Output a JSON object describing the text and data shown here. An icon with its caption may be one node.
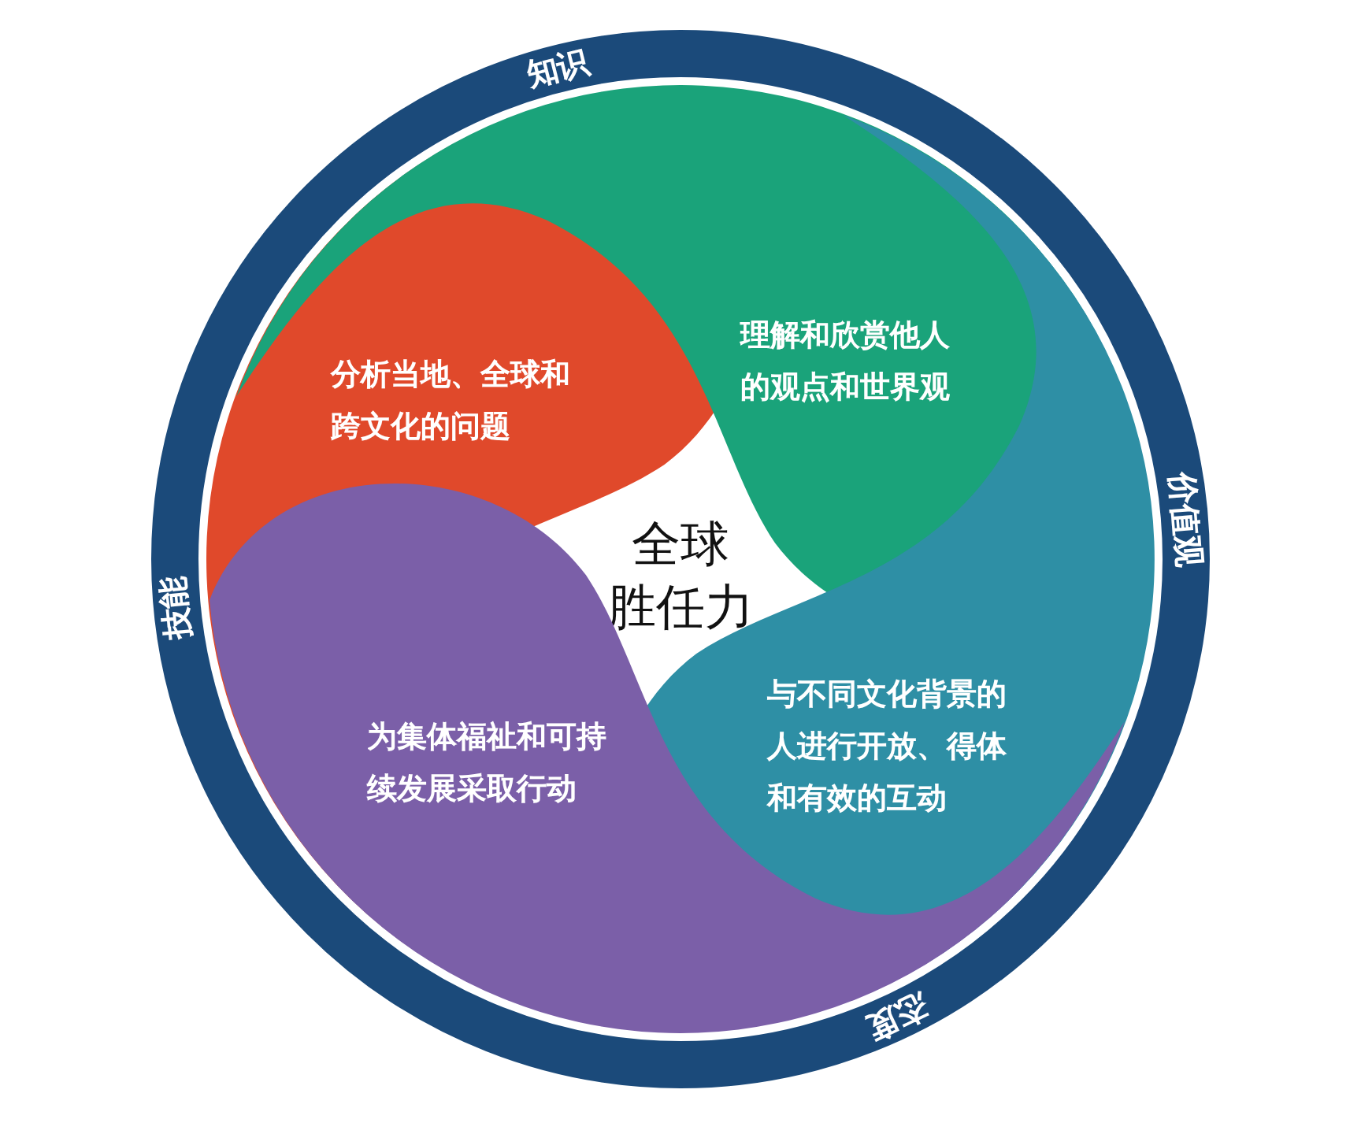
{
  "diagram": {
    "nodes": [
      {
        "text": [
          "知识",
          "价值观",
          "态度",
          "技能"
        ]
      },
      {
        "text": [
          "全球胜任力"
        ],
        "in": 0
      },
      {
        "text": [
          "分析当地、全球和跨文化的问题"
        ],
        "in": 0
      },
      {
        "text": [
          "理解和欣赏他人的观点和世界观"
        ],
        "in": 0
      },
      {
        "text": [
          "与不同文化背景的人进行开放、得体和有效的互动"
        ],
        "in": 0
      },
      {
        "text": [
          "为集体福祉和可持续发展采取行动"
        ],
        "in": 0
      }
    ]
  }
}
